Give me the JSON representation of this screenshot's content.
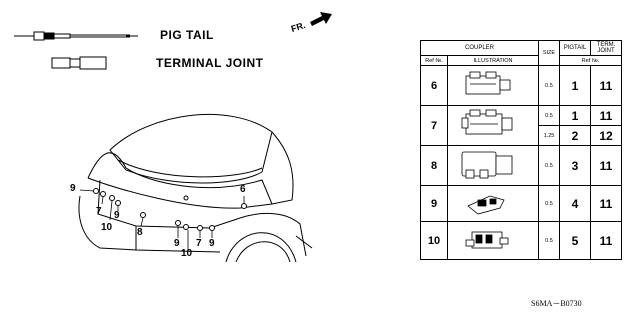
{
  "legend": {
    "pigtail_label": "PIG TAIL",
    "terminal_joint_label": "TERMINAL JOINT"
  },
  "direction": {
    "front_label": "FR."
  },
  "callouts": [
    "9",
    "7",
    "10",
    "9",
    "8",
    "9",
    "10",
    "7",
    "9",
    "6"
  ],
  "table": {
    "headers": {
      "coupler": "COUPLER",
      "size": "SIZE",
      "pigtail": "PIGTAIL",
      "term_joint": "TERM. JOINT",
      "ref_no": "Ref №.",
      "illustration": "ILLUSTRATION",
      "ref_no_sub": "Ref №."
    },
    "rows": [
      {
        "ref": "6",
        "sizes": [
          "0.5"
        ],
        "pigtails": [
          "1"
        ],
        "joints": [
          "11"
        ]
      },
      {
        "ref": "7",
        "sizes": [
          "0.5",
          "1.25"
        ],
        "pigtails": [
          "1",
          "2"
        ],
        "joints": [
          "11",
          "12"
        ]
      },
      {
        "ref": "8",
        "sizes": [
          "0.5"
        ],
        "pigtails": [
          "3"
        ],
        "joints": [
          "11"
        ]
      },
      {
        "ref": "9",
        "sizes": [
          "0.5"
        ],
        "pigtails": [
          "4"
        ],
        "joints": [
          "11"
        ]
      },
      {
        "ref": "10",
        "sizes": [
          "0.5"
        ],
        "pigtails": [
          "5"
        ],
        "joints": [
          "11"
        ]
      }
    ]
  },
  "footer": {
    "code": "S6MA－B0730"
  }
}
